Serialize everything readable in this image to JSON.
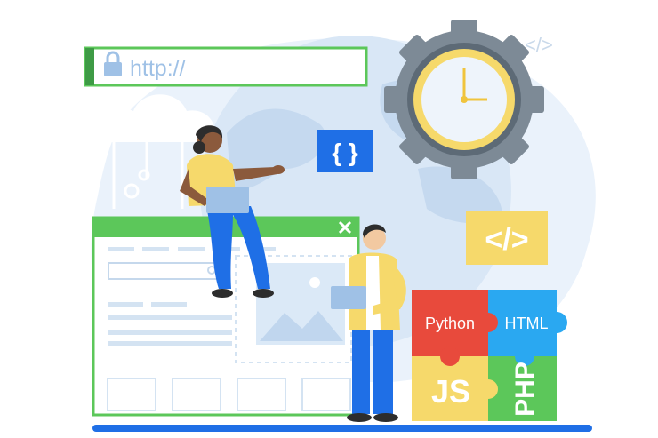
{
  "url_bar": {
    "text": "http://"
  },
  "braces_tile": {
    "text": "{ }"
  },
  "code_tag_top_right": {
    "text": "</>"
  },
  "code_tag_tile": {
    "text": "</>"
  },
  "puzzle": {
    "python": "Python",
    "html": "HTML",
    "js": "JS",
    "php": "PHP"
  },
  "colors": {
    "green": "#5cc75a",
    "blue": "#1f6fe6",
    "yellow": "#f6d96b",
    "red": "#e84a3c",
    "light_blue_bg": "#dbe9f7",
    "gear_gray": "#7d8a96"
  },
  "icons": [
    "lock-icon",
    "close-icon",
    "cloud-icon",
    "gear-icon",
    "clock-icon",
    "search-icon",
    "image-icon",
    "laptop-icon"
  ]
}
